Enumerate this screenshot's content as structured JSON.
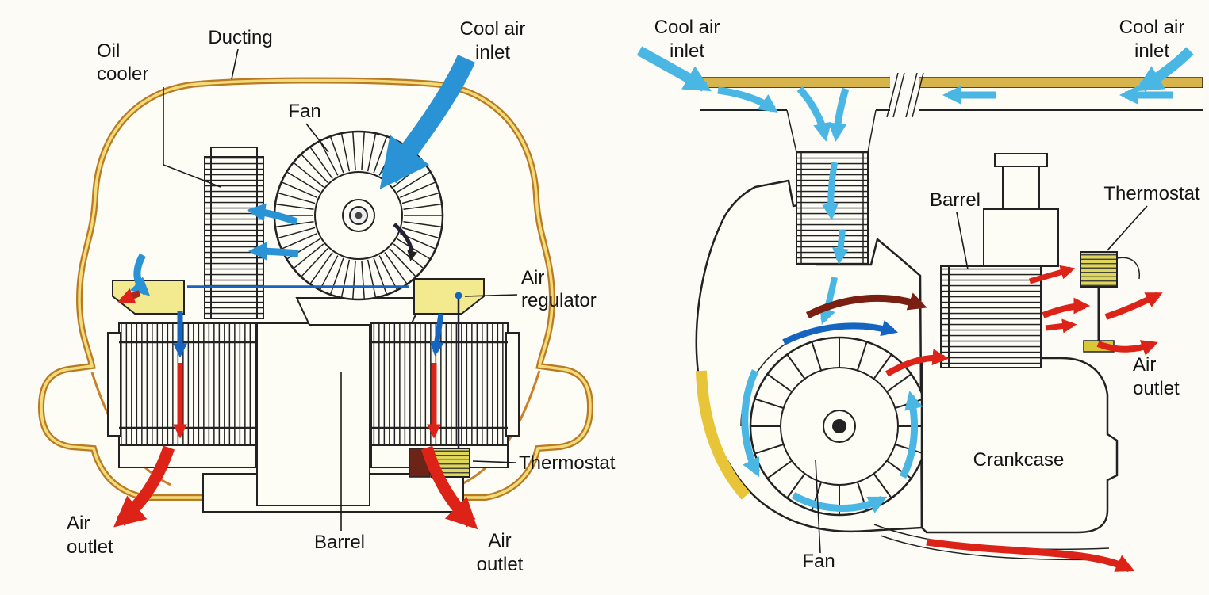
{
  "left_view": {
    "labels": {
      "oil_cooler": {
        "line1": "Oil",
        "line2": "cooler"
      },
      "ducting": {
        "text": "Ducting"
      },
      "fan": {
        "text": "Fan"
      },
      "cool_air_inlet": {
        "line1": "Cool air",
        "line2": "inlet"
      },
      "air_regulator": {
        "line1": "Air",
        "line2": "regulator"
      },
      "thermostat": {
        "text": "Thermostat"
      },
      "barrel": {
        "text": "Barrel"
      },
      "air_outlet_left": {
        "line1": "Air",
        "line2": "outlet"
      },
      "air_outlet_right": {
        "line1": "Air",
        "line2": "outlet"
      }
    }
  },
  "right_view": {
    "labels": {
      "cool_air_inlet_left": {
        "line1": "Cool air",
        "line2": "inlet"
      },
      "cool_air_inlet_right": {
        "line1": "Cool air",
        "line2": "inlet"
      },
      "barrel": {
        "text": "Barrel"
      },
      "thermostat": {
        "text": "Thermostat"
      },
      "air_outlet": {
        "line1": "Air",
        "line2": "outlet"
      },
      "crankcase": {
        "text": "Crankcase"
      },
      "fan": {
        "text": "Fan"
      }
    }
  },
  "colors": {
    "cool_air_blue": "#2a93d5",
    "cool_air_light_blue": "#49b6e4",
    "hot_air_red": "#dd2318",
    "duct_dark_blue": "#1565c0",
    "warm_air_maroon": "#7a1f12",
    "ducting_orange": "#b97a24",
    "ducting_yellow": "#f2dc7a",
    "part_yellow": "#f3e98f",
    "thermostat_yellow": "#ded75a",
    "background": "#fcfbf6",
    "label_text": "#141414"
  }
}
